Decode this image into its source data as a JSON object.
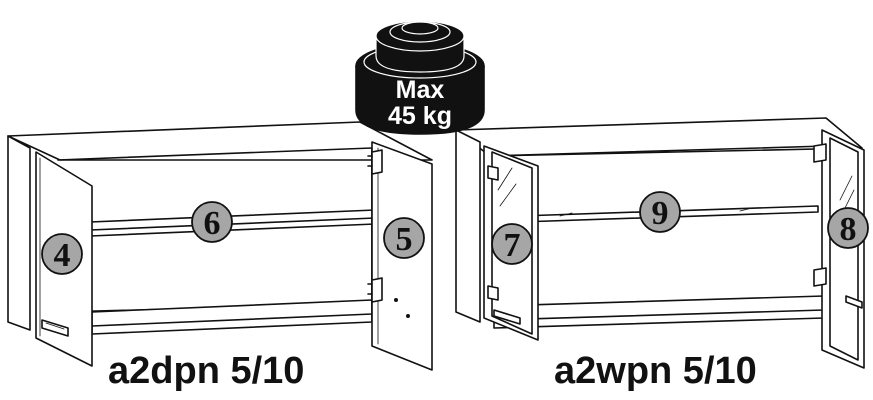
{
  "weight_badge": {
    "line1": "Max",
    "line2": "45 kg"
  },
  "captions": {
    "left": "a2dpn 5/10",
    "right": "a2wpn 5/10"
  },
  "part_labels": {
    "left_door": "4",
    "right_door": "5",
    "left_shelf": "6",
    "glass_door_left": "7",
    "glass_door_right": "8",
    "glass_shelf": "9"
  },
  "colors": {
    "line": "#111111",
    "badge_fill": "#a6a6a6",
    "weight_fill": "#111111"
  }
}
